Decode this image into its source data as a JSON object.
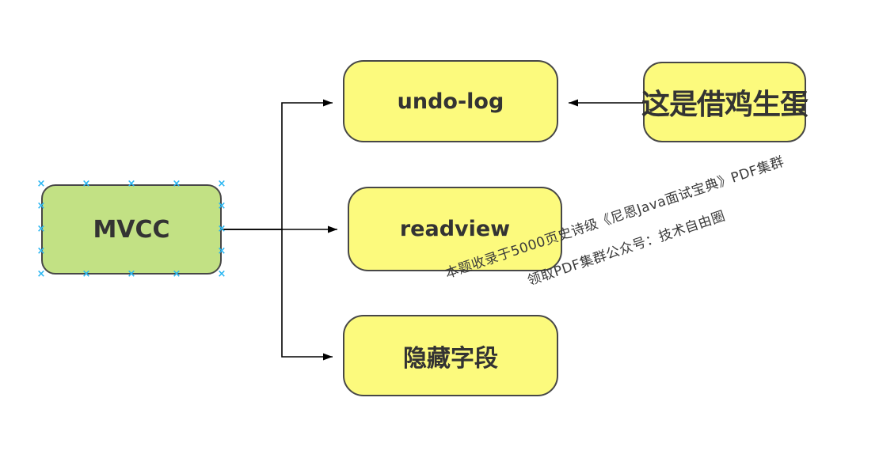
{
  "diagram": {
    "nodes": {
      "mvcc": {
        "label": "MVCC"
      },
      "undo_log": {
        "label": "undo-log"
      },
      "readview": {
        "label": "readview"
      },
      "hidden_fields": {
        "label": "隐藏字段"
      },
      "note": {
        "label": "这是借鸡生蛋"
      }
    },
    "watermark": {
      "line1": "本题收录于5000页史诗级《尼恩Java面试宝典》PDF集群",
      "line2": "领取PDF集群公众号：技术自由圈"
    },
    "selection": {
      "glyph": "×",
      "selected_node": "MVCC"
    }
  },
  "colors": {
    "node-green": "#c2e184",
    "node-yellow": "#fcfa7d",
    "node-border": "#474747",
    "node-text": "#333333",
    "connector": "#000000",
    "selection-handle": "#29b6f2",
    "watermark-text": "#3a3a3a",
    "canvas-bg": "#ffffff"
  }
}
